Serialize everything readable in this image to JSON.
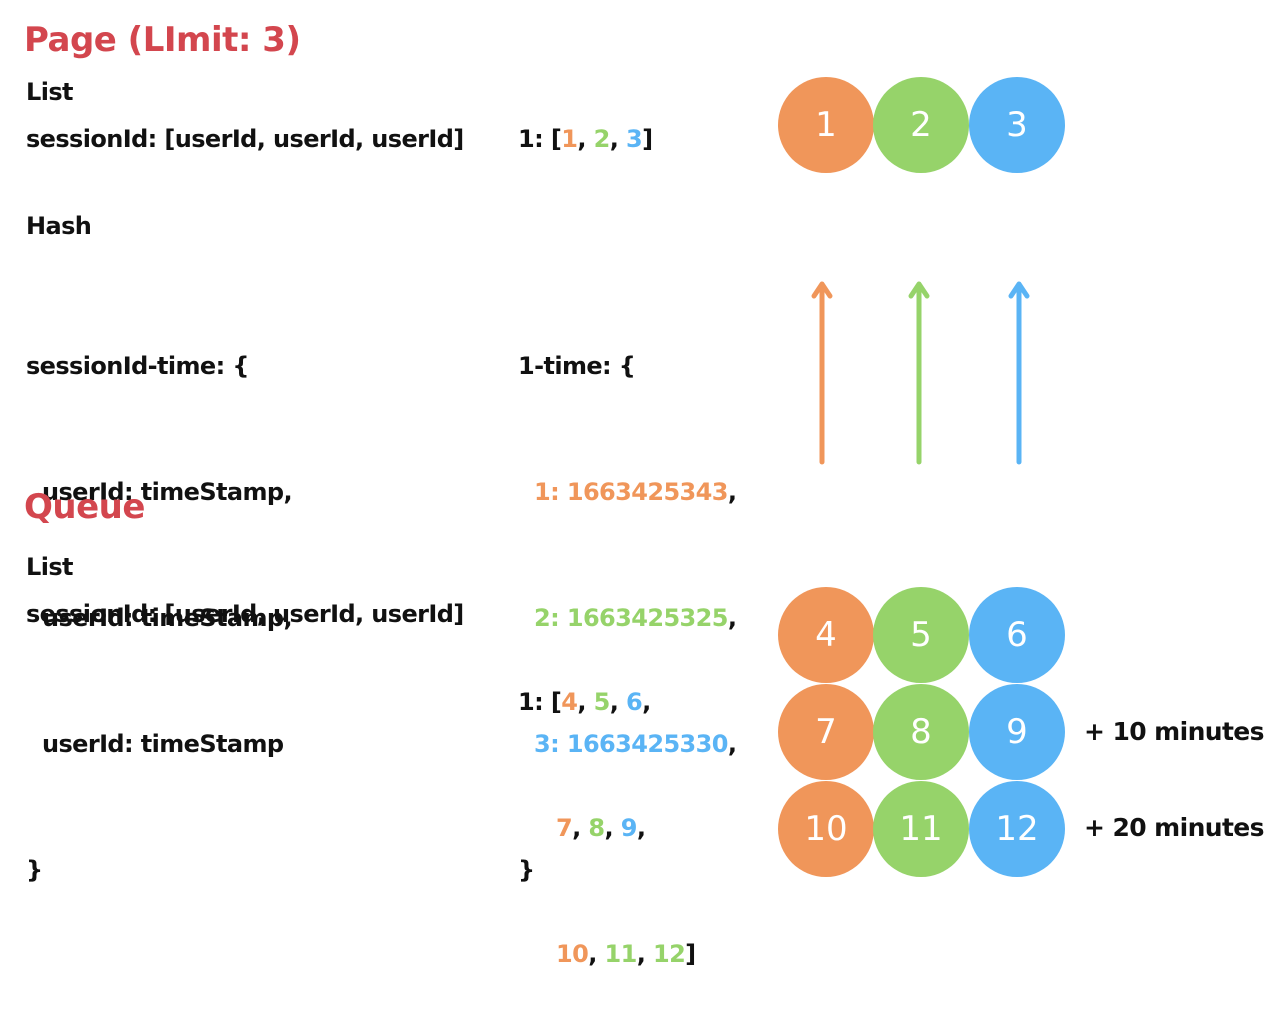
{
  "page": {
    "title": "Page (LImit: 3)",
    "list_heading": "List",
    "list_schema": "sessionId: [userId, userId, userId]",
    "list_example_prefix": "1: [",
    "list_example_items": [
      "1",
      "2",
      "3"
    ],
    "list_example_suffix": "]",
    "hash_heading": "Hash",
    "hash_schema": {
      "open": "sessionId-time: {",
      "lines": [
        "userId: timeStamp,",
        "userId: timeStamp,",
        "userId: timeStamp"
      ],
      "close": "}"
    },
    "hash_example": {
      "open": "1-time: {",
      "entries": [
        "1: 1663425343",
        "2: 1663425325",
        "3: 1663425330"
      ],
      "close": "}"
    },
    "circles": [
      "1",
      "2",
      "3"
    ]
  },
  "queue": {
    "title": "Queue",
    "list_heading": "List",
    "list_schema": "sessionId: [userId, userId, userId]",
    "list_example_prefix": "1: [",
    "list_example_rows": [
      [
        "4",
        "5",
        "6"
      ],
      [
        "7",
        "8",
        "9"
      ],
      [
        "10",
        "11",
        "12"
      ]
    ],
    "list_example_suffix": "]",
    "circle_rows": [
      [
        "4",
        "5",
        "6"
      ],
      [
        "7",
        "8",
        "9"
      ],
      [
        "10",
        "11",
        "12"
      ]
    ],
    "row_notes": [
      "",
      "+ 10 minutes",
      "+ 20 minutes"
    ]
  },
  "colors": {
    "title": "#d3464e",
    "orange": "#f0965a",
    "green": "#96d36a",
    "blue": "#5ab4f5"
  }
}
